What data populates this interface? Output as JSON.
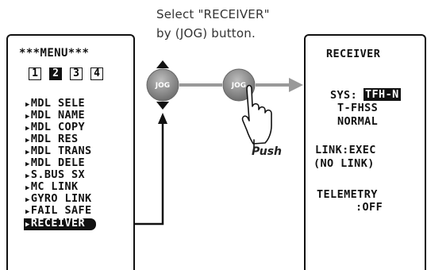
{
  "caption": {
    "line1": "Select \"RECEIVER\"",
    "line2": "by (JOG) button."
  },
  "menu_screen": {
    "title": "***MENU***",
    "pages": [
      "1",
      "2",
      "3",
      "4"
    ],
    "active_page": "2",
    "items": [
      "MDL SELE",
      "MDL NAME",
      "MDL COPY",
      "MDL RES",
      "MDL TRANS",
      "MDL DELE",
      "S.BUS SX",
      "MC LINK",
      "GYRO LINK",
      "FAIL SAFE",
      "RECEIVER"
    ],
    "selected_item": "RECEIVER"
  },
  "jog": {
    "label": "JOG",
    "push_label": "Push"
  },
  "receiver_screen": {
    "title": "RECEIVER",
    "sys_label": "SYS:",
    "sys_options": [
      "TFH-N",
      "T-FHSS",
      "NORMAL"
    ],
    "sys_selected": "TFH-N",
    "link_line1": "LINK:EXEC",
    "link_line2": "(NO LINK)",
    "telemetry_line1": "TELEMETRY",
    "telemetry_line2": ":OFF"
  },
  "colors": {
    "jog_fill": "#8a8a8a",
    "arrow_gray": "#999999",
    "lcd_ink": "#111111"
  }
}
